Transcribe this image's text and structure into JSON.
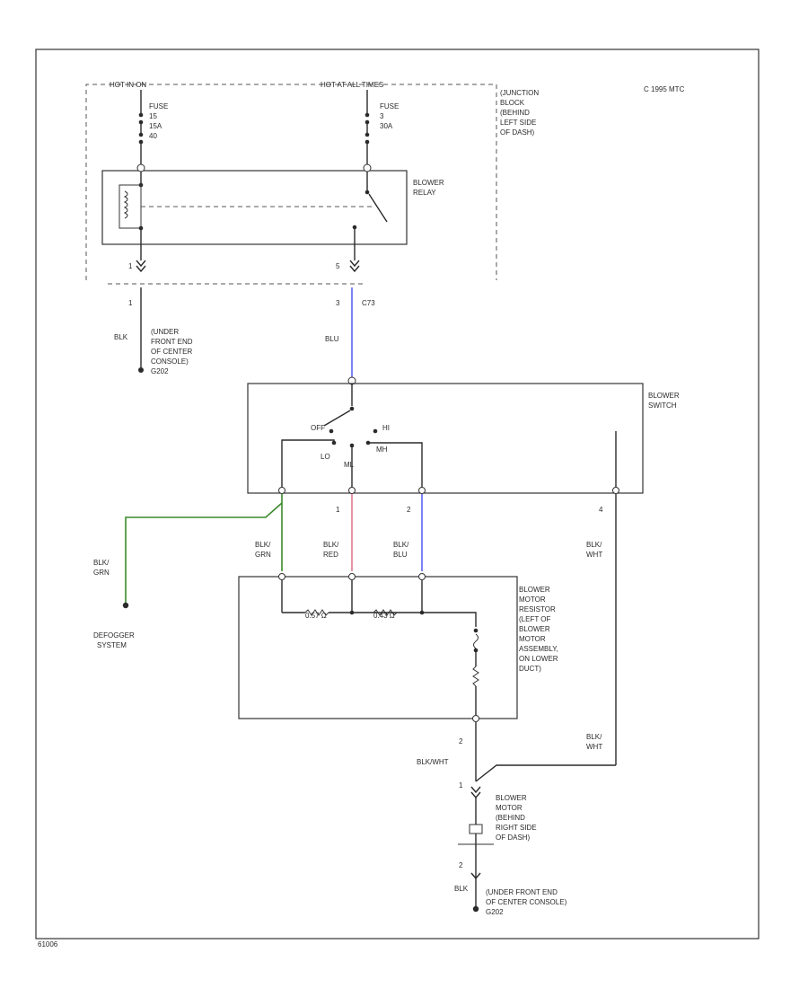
{
  "labels": {
    "hot_in_on": "HOT IN ON",
    "hot_at_all_times": "HOT AT ALL TIMES",
    "fuse_left": [
      "FUSE",
      "15",
      "15A",
      "40"
    ],
    "fuse_right": [
      "FUSE",
      "3",
      "30A"
    ],
    "junction_block": [
      "(JUNCTION",
      "BLOCK",
      "(BEHIND",
      "LEFT SIDE",
      "OF DASH)"
    ],
    "copyright": "C 1995 MTC",
    "blower_relay": [
      "BLOWER",
      "RELAY"
    ],
    "relay_pin_left": "1",
    "relay_pin_right": "5",
    "conn_left": "1",
    "conn_right": "3",
    "conn_c73": "C73",
    "wire_blk": "BLK",
    "ground_left": [
      "(UNDER",
      "FRONT END",
      "OF CENTER",
      "CONSOLE)",
      "G202"
    ],
    "wire_blu": "BLU",
    "blower_switch": [
      "BLOWER",
      "SWITCH"
    ],
    "switch_pos": [
      "OFF",
      "HI",
      "LO",
      "ML",
      "MH"
    ],
    "switch_pins": [
      "1",
      "2",
      "4"
    ],
    "wire_blk_grn": [
      "BLK/",
      "GRN"
    ],
    "wire_blk_red": [
      "BLK/",
      "RED"
    ],
    "wire_blk_blu": [
      "BLK/",
      "BLU"
    ],
    "wire_blk_wht": [
      "BLK/",
      "WHT"
    ],
    "wire_blk_grn_left": [
      "BLK/",
      "GRN"
    ],
    "defogger": [
      "DEFOGGER",
      "SYSTEM"
    ],
    "resistor_block": [
      "BLOWER",
      "MOTOR",
      "RESISTOR",
      "(LEFT OF",
      "BLOWER",
      "MOTOR",
      "ASSEMBLY,",
      "ON LOWER",
      "DUCT)"
    ],
    "res_values": [
      "0.57 Ω",
      "0.43 Ω"
    ],
    "motor_pin_2": "2",
    "motor_pin_1": "1",
    "wire_blk_wht_lower": "BLK/WHT",
    "wire_blk_wht_right": [
      "BLK/",
      "WHT"
    ],
    "blower_motor": [
      "BLOWER",
      "MOTOR",
      "(BEHIND",
      "RIGHT SIDE",
      "OF DASH)"
    ],
    "ground_pin": "2",
    "wire_blk_bottom": "BLK",
    "ground_bottom": [
      "(UNDER FRONT END",
      "OF CENTER CONSOLE)",
      "G202"
    ],
    "footer_code": "61006"
  },
  "colors": {
    "line": "#2a2a2a",
    "blue_wire": "#5b63f0",
    "green_wire": "#3a8a2a",
    "red_wire": "#e07a8a"
  }
}
